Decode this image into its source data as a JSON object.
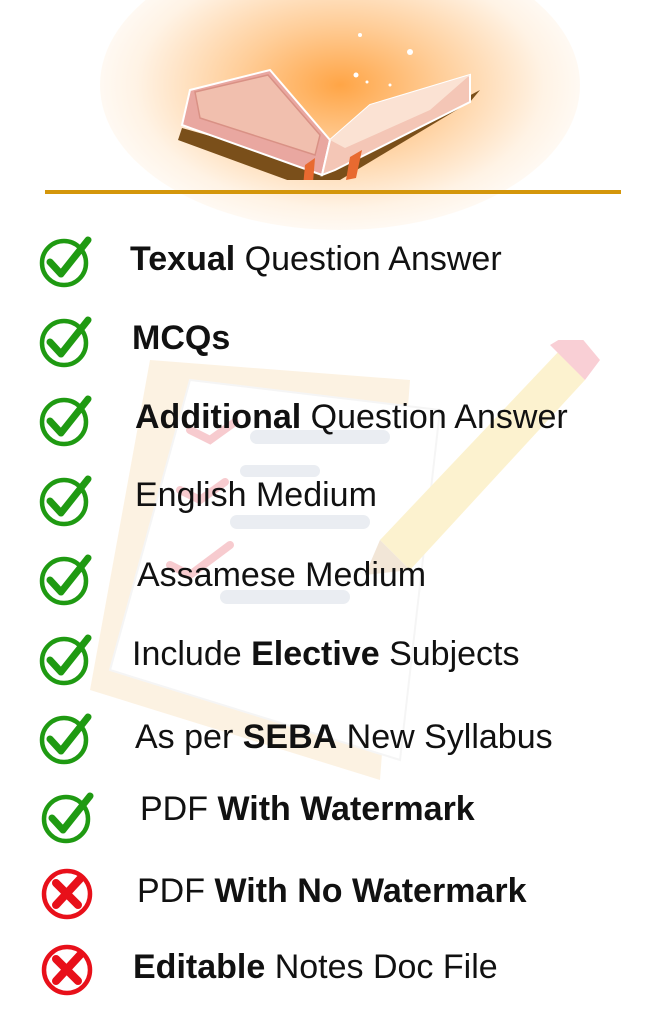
{
  "header": {
    "illustration": "open-book-icon",
    "divider_color": "#d4960a"
  },
  "colors": {
    "check": "#1f9a12",
    "cross": "#e8101a"
  },
  "features": [
    {
      "status": "included",
      "icon": "check-circle-icon",
      "bold": "Texual",
      "pre": "",
      "post": " Question Answer"
    },
    {
      "status": "included",
      "icon": "check-circle-icon",
      "bold": "MCQs",
      "pre": "",
      "post": ""
    },
    {
      "status": "included",
      "icon": "check-circle-icon",
      "bold": "Additional",
      "pre": "",
      "post": " Question Answer"
    },
    {
      "status": "included",
      "icon": "check-circle-icon",
      "bold": "",
      "pre": "English Medium",
      "post": ""
    },
    {
      "status": "included",
      "icon": "check-circle-icon",
      "bold": "",
      "pre": "Assamese Medium",
      "post": ""
    },
    {
      "status": "included",
      "icon": "check-circle-icon",
      "bold": "Elective",
      "pre": "Include ",
      "post": " Subjects"
    },
    {
      "status": "included",
      "icon": "check-circle-icon",
      "bold": "SEBA",
      "pre": "As per ",
      "post": " New Syllabus"
    },
    {
      "status": "included",
      "icon": "check-circle-icon",
      "bold": "With Watermark",
      "pre": "PDF ",
      "post": ""
    },
    {
      "status": "excluded",
      "icon": "x-circle-icon",
      "bold": "With No Watermark",
      "pre": "PDF ",
      "post": ""
    },
    {
      "status": "excluded",
      "icon": "x-circle-icon",
      "bold": "Editable",
      "pre": "",
      "post": " Notes Doc File"
    }
  ]
}
